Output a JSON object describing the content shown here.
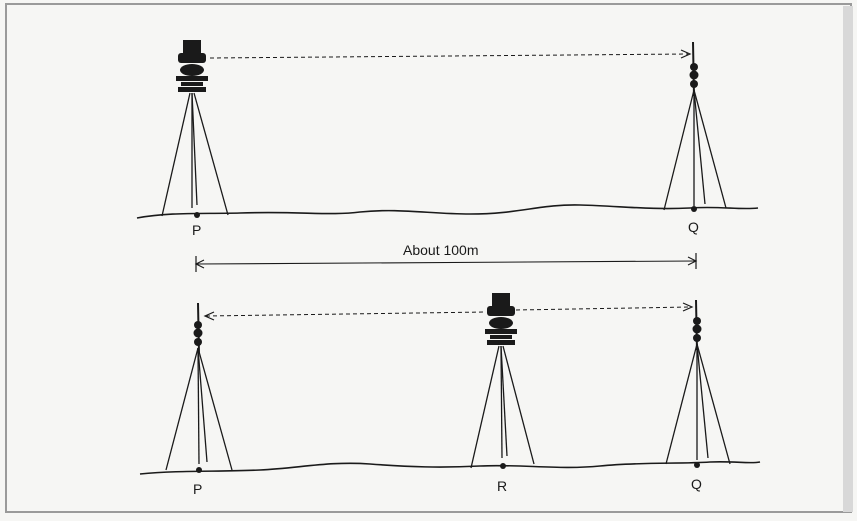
{
  "diagram": {
    "top_scene": {
      "point_labels": [
        "P",
        "Q"
      ],
      "instrument_at": "P",
      "staff_at": [
        "Q"
      ]
    },
    "distance_label": "About 100m",
    "bottom_scene": {
      "point_labels": [
        "P",
        "R",
        "Q"
      ],
      "instrument_at": "R",
      "staff_at": [
        "P",
        "Q"
      ]
    },
    "colors": {
      "paper": "#f6f6f4",
      "ink": "#1a1a1a",
      "frame": "#8a8a8a"
    }
  }
}
